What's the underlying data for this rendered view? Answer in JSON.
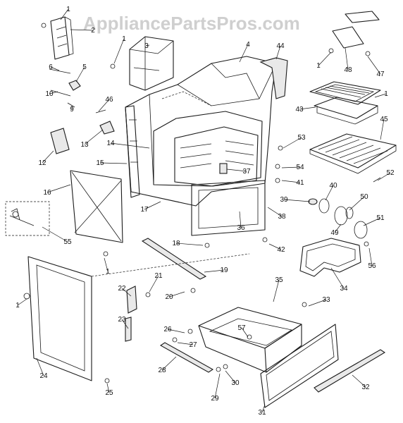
{
  "watermark": "AppliancePartsPros.com",
  "callouts": [
    "1",
    "2",
    "1",
    "3",
    "4",
    "44",
    "1",
    "48",
    "47",
    "6",
    "5",
    "10",
    "9",
    "46",
    "1",
    "43",
    "45",
    "53",
    "13",
    "14",
    "12",
    "15",
    "37",
    "54",
    "41",
    "52",
    "16",
    "40",
    "50",
    "39",
    "17",
    "51",
    "55",
    "36",
    "38",
    "49",
    "56",
    "42",
    "18",
    "1",
    "19",
    "34",
    "21",
    "22",
    "20",
    "35",
    "33",
    "1",
    "23",
    "57",
    "26",
    "27",
    "24",
    "28",
    "30",
    "25",
    "29",
    "31",
    "32"
  ]
}
